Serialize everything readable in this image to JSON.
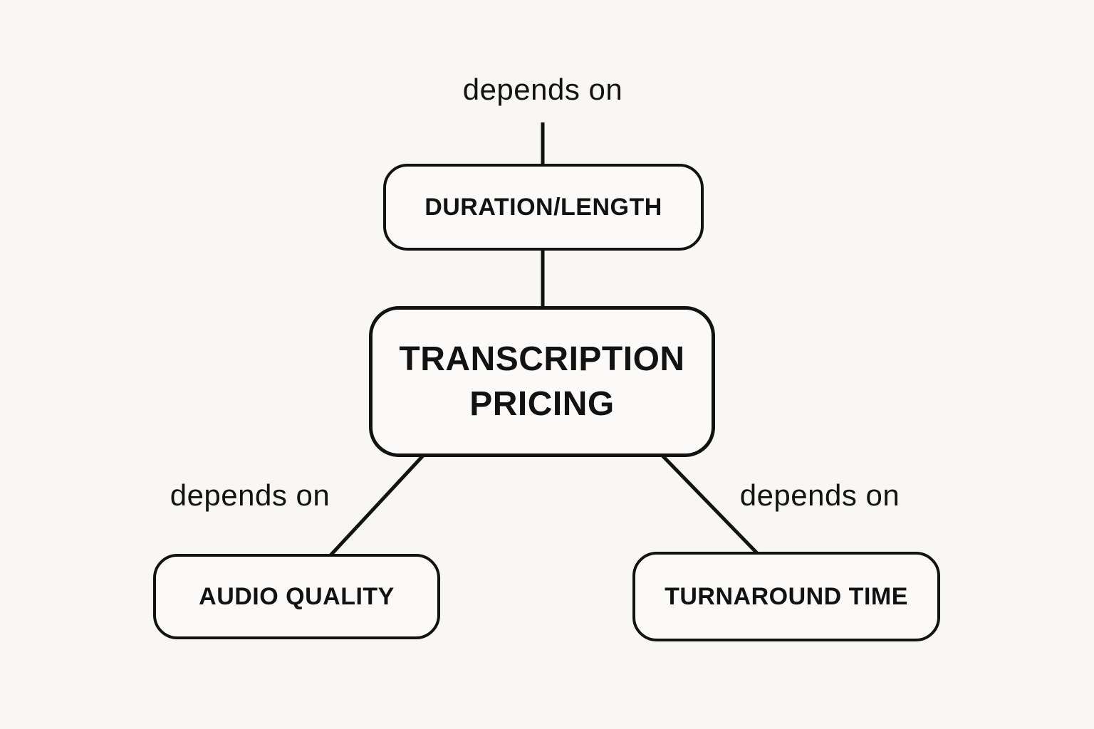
{
  "diagram": {
    "title": "Transcription pricing dependency diagram",
    "colors": {
      "background": "#f8f7f4",
      "node_fill": "#fbfaf8",
      "stroke": "#121212",
      "text": "#121212"
    },
    "nodes": {
      "center": {
        "label": "TRANSCRIPTION PRICING"
      },
      "top": {
        "label": "DURATION/LENGTH"
      },
      "bottom_left": {
        "label": "AUDIO QUALITY"
      },
      "bottom_right": {
        "label": "TURNAROUND TIME"
      }
    },
    "edge_labels": {
      "top": "depends on",
      "left": "depends on",
      "right": "depends on"
    },
    "edges": [
      {
        "from": "depends-on-top-label",
        "to": "top"
      },
      {
        "from": "top",
        "to": "center"
      },
      {
        "from": "center",
        "to": "bottom_left"
      },
      {
        "from": "center",
        "to": "bottom_right"
      }
    ]
  }
}
